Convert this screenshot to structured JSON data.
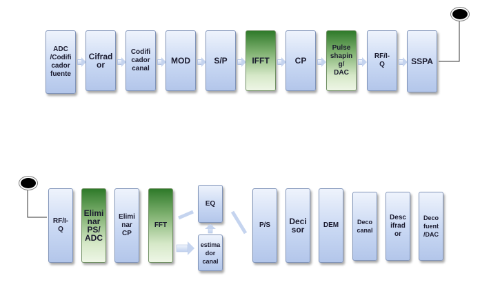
{
  "row1": [
    {
      "label": "ADC\n/Codifi\ncador\nfuente",
      "style": "blue"
    },
    {
      "label": "Cifrad\nor",
      "style": "blue"
    },
    {
      "label": "Codifi\ncador\ncanal",
      "style": "blue"
    },
    {
      "label": "MOD",
      "style": "blue"
    },
    {
      "label": "S/P",
      "style": "blue"
    },
    {
      "label": "IFFT",
      "style": "green"
    },
    {
      "label": "CP",
      "style": "blue"
    },
    {
      "label": "Pulse\nshapin\ng/\nDAC",
      "style": "green"
    },
    {
      "label": "RF/I-\nQ",
      "style": "blue"
    },
    {
      "label": "SSPA",
      "style": "blue"
    }
  ],
  "row2": [
    {
      "label": "RF/I-\nQ",
      "style": "blue"
    },
    {
      "label": "Elimi\nnar\nPS/\nADC",
      "style": "green"
    },
    {
      "label": "Elimi\nnar\nCP",
      "style": "blue"
    },
    {
      "label": "FFT",
      "style": "green"
    },
    {
      "label": "EQ",
      "style": "blue"
    },
    {
      "label": "estima\ndor\ncanal",
      "style": "blue"
    },
    {
      "label": "P/S",
      "style": "blue"
    },
    {
      "label": "Deci\nsor",
      "style": "blue"
    },
    {
      "label": "DEM",
      "style": "blue"
    },
    {
      "label": "Deco\ncanal",
      "style": "blue"
    },
    {
      "label": "Desc\nifrad\nor",
      "style": "blue"
    },
    {
      "label": "Deco\nfuent\n/DAC",
      "style": "blue"
    }
  ],
  "colors": {
    "block_fill": "#c9d8f3",
    "block_border": "#7f93b8",
    "green_top": "#2f7a2a",
    "green_bottom": "#eef6e6",
    "node": "#000000"
  }
}
